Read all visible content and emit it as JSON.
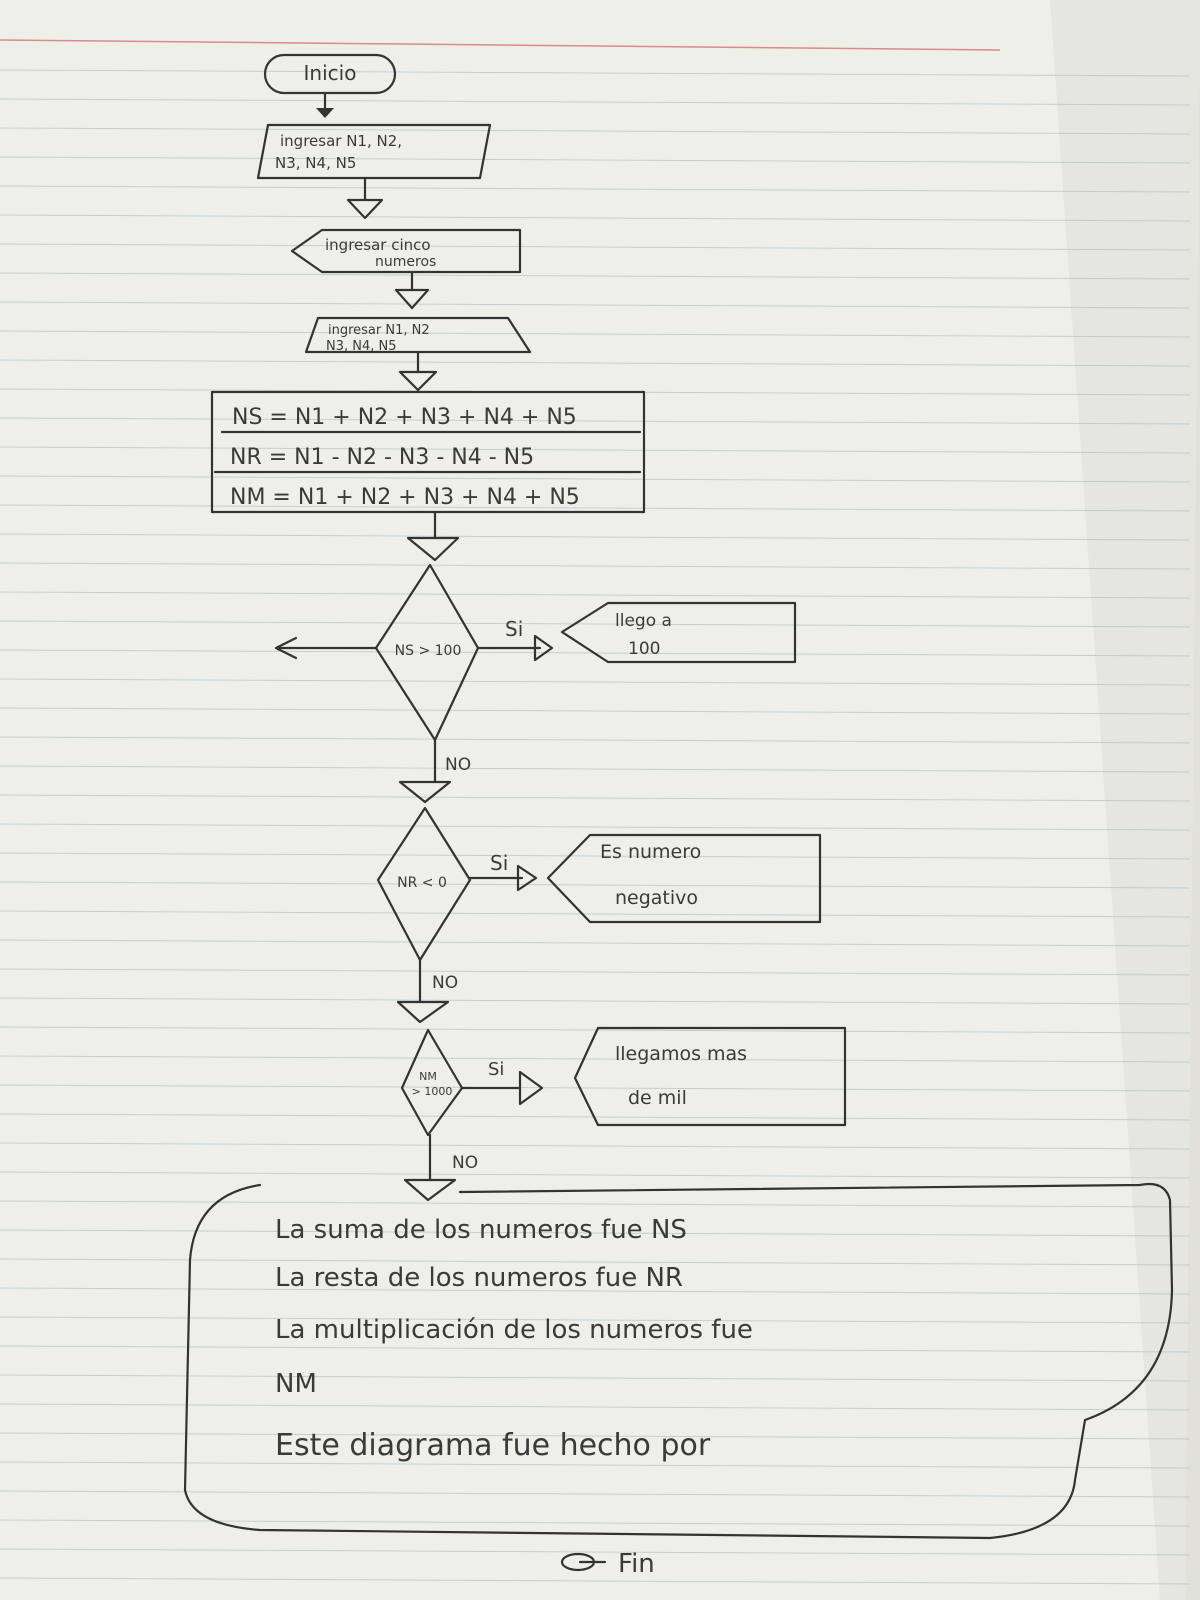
{
  "diagram": {
    "start": "Inicio",
    "input_1": [
      "ingresar N1, N2,",
      "N3, N4, N5"
    ],
    "display_1": [
      "ingresar cinco",
      "numeros"
    ],
    "input_2": [
      "ingresar N1, N2",
      "N3, N4, N5"
    ],
    "process": [
      "NS = N1 + N2 + N3 + N4 + N5",
      "NR = N1 - N2 - N3 - N4 - N5",
      "NM = N1 + N2 + N3 + N4 + N5"
    ],
    "decision_1": "NS > 100",
    "decision_2": "NR < 0",
    "decision_3": [
      "NM",
      "> 1000"
    ],
    "yes_label": "Si",
    "no_label": "NO",
    "output_1": [
      "llego a",
      "100"
    ],
    "output_2": [
      "Es numero",
      "negativo"
    ],
    "output_3": [
      "llegamos mas",
      "de mil"
    ],
    "final_text": [
      "La suma de los numeros fue NS",
      "La resta de los numeros fue NR",
      "La multiplicación de los numeros fue",
      "NM",
      "Este diagrama fue hecho por"
    ],
    "end": "Fin"
  },
  "colors": {
    "paper": "#efefe9",
    "rule": "#a9c3d4",
    "margin": "#d98a8a",
    "ink": "#333333"
  }
}
